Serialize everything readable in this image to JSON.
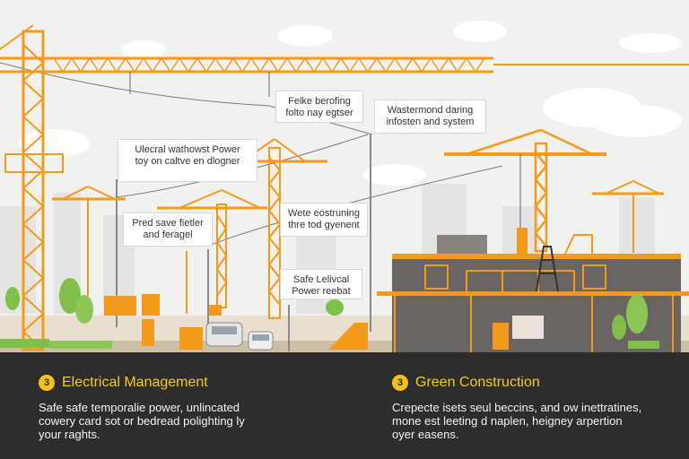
{
  "scene": {
    "callouts": [
      {
        "id": "c1",
        "text": "Felke berofing\nfolto nay egtser"
      },
      {
        "id": "c2",
        "text": "Wastermond daring\ninfosten and system"
      },
      {
        "id": "c3",
        "text": "Ulecral wathowst Power\ntoy on caltve en dlogner"
      },
      {
        "id": "c4",
        "text": "Pred save fietler\nand feragel"
      },
      {
        "id": "c5",
        "text": "Wete eostruning\nthre tod gyenent"
      },
      {
        "id": "c6",
        "text": "Safe Lelivcal\nPower reebat"
      }
    ],
    "colors": {
      "crane": "#f39a1c",
      "sky": "#f1f1ef",
      "ground": "#e8ddcc",
      "building": "#6b6560",
      "accent": "#f2c21b"
    }
  },
  "panels": {
    "left": {
      "badge": "3",
      "title": "Electrical Management",
      "body": "Safe safe temporalie power, unlincated\ncowery card sot or bedread polighting ly\nyour raghts."
    },
    "right": {
      "badge": "3",
      "title": "Green Construction",
      "body": "Crepecte isets seul beccins, and ow inettratines,\nmone est leeting d naplen, heigney arpertion\noyer easens."
    }
  }
}
